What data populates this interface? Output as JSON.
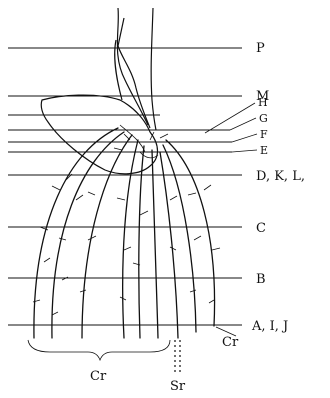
{
  "figure": {
    "level_labels": {
      "P": "P",
      "M": "M",
      "H": "H",
      "G": "G",
      "F": "F",
      "E": "E",
      "DKL": "D, K, L,",
      "C": "C",
      "B": "B",
      "AIJ": "A, I, J"
    },
    "root_labels": {
      "cr_group": "Cr",
      "cr_right": "Cr",
      "sr": "Sr"
    }
  }
}
